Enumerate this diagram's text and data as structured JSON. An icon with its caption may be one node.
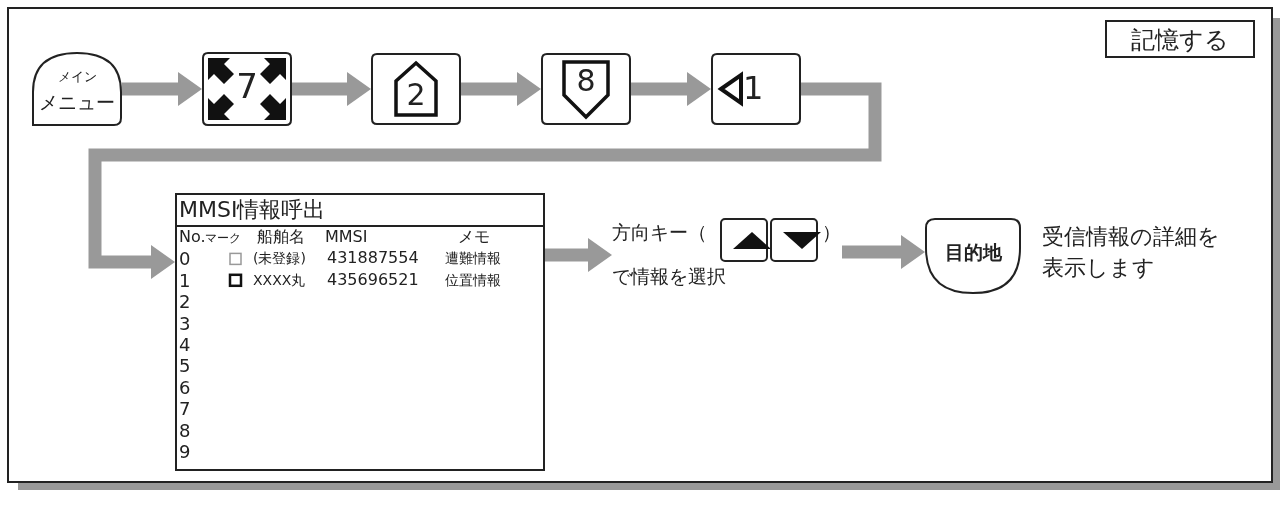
{
  "diagram": {
    "nodes": [
      {
        "text": [
          "メイン",
          "メニュー"
        ]
      },
      {
        "text": [
          "7"
        ]
      },
      {
        "text": [
          "2"
        ]
      },
      {
        "text": [
          "8"
        ]
      },
      {
        "text": [
          "1"
        ]
      },
      {
        "text": [
          "MMSI情報呼出"
        ]
      },
      {
        "text": [
          "方向キー（",
          "）",
          "で情報を選択"
        ]
      },
      {
        "text": [
          "目的地"
        ]
      },
      {
        "text": [
          "受信情報の詳細を表示します"
        ]
      },
      {
        "text": [
          "記憶する"
        ]
      }
    ],
    "edges": [
      {
        "from": 0,
        "to": 1,
        "arrow": "to"
      },
      {
        "from": 1,
        "to": 2,
        "arrow": "to"
      },
      {
        "from": 2,
        "to": 3,
        "arrow": "to"
      },
      {
        "from": 3,
        "to": 4,
        "arrow": "to"
      },
      {
        "from": 4,
        "to": 5,
        "arrow": "to"
      },
      {
        "from": 5,
        "to": 6,
        "arrow": "to"
      },
      {
        "from": 6,
        "to": 7,
        "arrow": "to"
      }
    ],
    "labels": [
      "No.",
      "マーク",
      "船舶名",
      "MMSI",
      "メモ",
      "0",
      "(未登録)",
      "431887554",
      "遭難情報",
      "1",
      "XXXX丸",
      "435696521",
      "位置情報",
      "2",
      "3",
      "4",
      "5",
      "6",
      "7",
      "8",
      "9"
    ]
  }
}
